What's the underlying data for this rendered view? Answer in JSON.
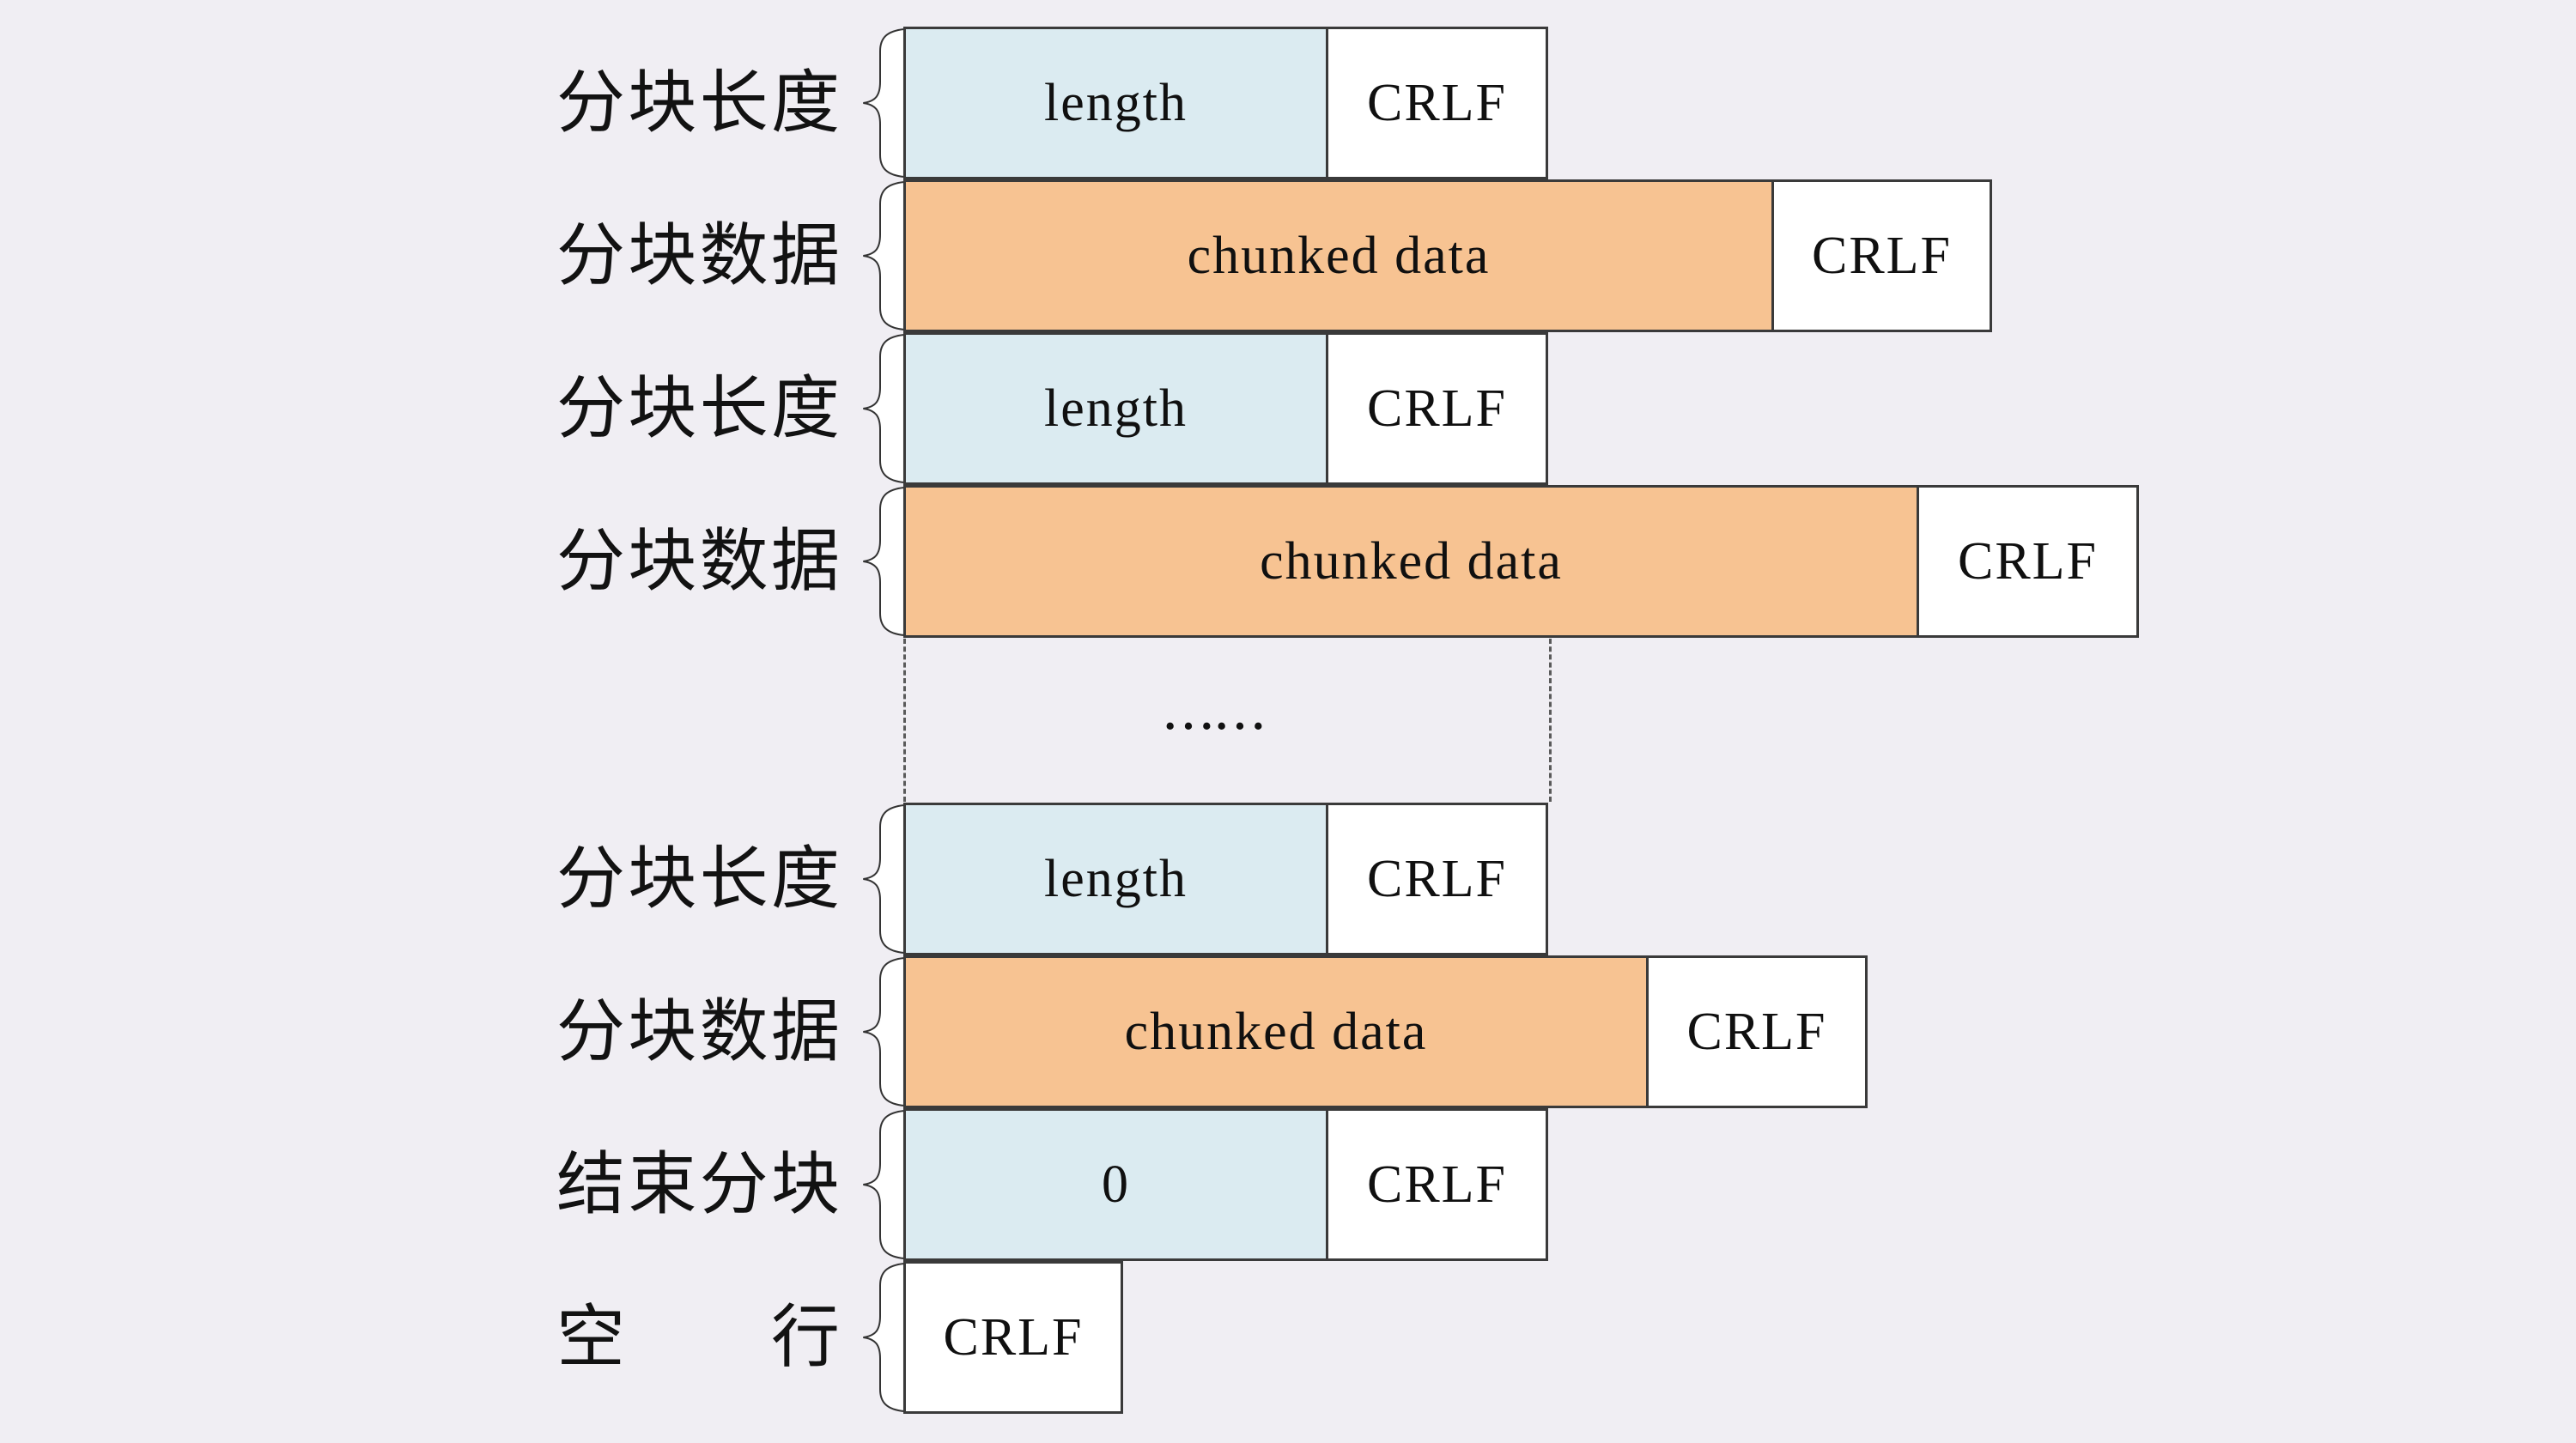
{
  "diagram": {
    "background": "#f0eef3",
    "colors": {
      "length_fill": "#dbebf1",
      "data_fill": "#f7c392",
      "crlf_fill": "#ffffff",
      "border": "#3a3a3a"
    },
    "ellipsis": "……",
    "rows": [
      {
        "label": "分块长度",
        "cells": [
          {
            "text": "length"
          },
          {
            "text": "CRLF"
          }
        ]
      },
      {
        "label": "分块数据",
        "cells": [
          {
            "text": "chunked data"
          },
          {
            "text": "CRLF"
          }
        ]
      },
      {
        "label": "分块长度",
        "cells": [
          {
            "text": "length"
          },
          {
            "text": "CRLF"
          }
        ]
      },
      {
        "label": "分块数据",
        "cells": [
          {
            "text": "chunked data"
          },
          {
            "text": "CRLF"
          }
        ]
      },
      {
        "label": "分块长度",
        "cells": [
          {
            "text": "length"
          },
          {
            "text": "CRLF"
          }
        ]
      },
      {
        "label": "分块数据",
        "cells": [
          {
            "text": "chunked data"
          },
          {
            "text": "CRLF"
          }
        ]
      },
      {
        "label": "结束分块",
        "cells": [
          {
            "text": "0"
          },
          {
            "text": "CRLF"
          }
        ]
      },
      {
        "label": "空　行",
        "cells": [
          {
            "text": "CRLF"
          }
        ]
      }
    ]
  }
}
